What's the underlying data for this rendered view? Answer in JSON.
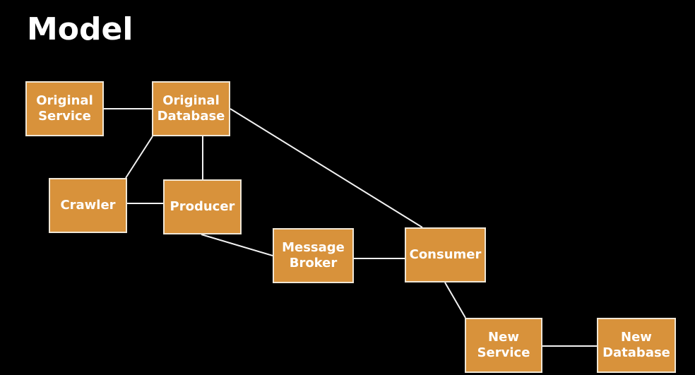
{
  "slide": {
    "title": "Model"
  },
  "nodes": {
    "original_service": "Original\nService",
    "original_database": "Original\nDatabase",
    "crawler": "Crawler",
    "producer": "Producer",
    "message_broker": "Message\nBroker",
    "consumer": "Consumer",
    "new_service": "New\nService",
    "new_database": "New\nDatabase"
  },
  "edges": [
    [
      "original_service",
      "original_database"
    ],
    [
      "original_database",
      "crawler"
    ],
    [
      "original_database",
      "producer"
    ],
    [
      "original_database",
      "consumer"
    ],
    [
      "crawler",
      "producer"
    ],
    [
      "producer",
      "message_broker"
    ],
    [
      "message_broker",
      "consumer"
    ],
    [
      "consumer",
      "new_service"
    ],
    [
      "new_service",
      "new_database"
    ]
  ],
  "colors": {
    "background": "#000000",
    "node_fill": "#d8923b",
    "node_border": "#efe6d6",
    "text": "#ffffff",
    "connector": "#f2f2f2"
  }
}
